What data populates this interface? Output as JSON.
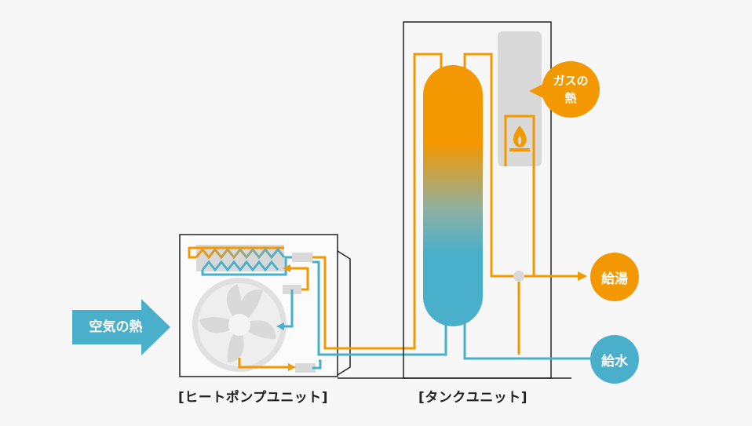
{
  "labels": {
    "air_heat": "空気の熱",
    "gas_heat_line1": "ガスの",
    "gas_heat_line2": "熱",
    "hot_water_supply": "給湯",
    "water_supply": "給水",
    "heat_pump_unit": "[ヒートポンプユニット]",
    "tank_unit": "[タンクユニット]"
  },
  "colors": {
    "hot": "#f39800",
    "cold": "#4aafcb",
    "gray": "#d9d9d9",
    "outline": "#222222",
    "background": "#f7f7f7"
  },
  "icons": {
    "flame": "flame-icon",
    "fan": "fan-icon",
    "arrow": "arrow-right-icon"
  }
}
